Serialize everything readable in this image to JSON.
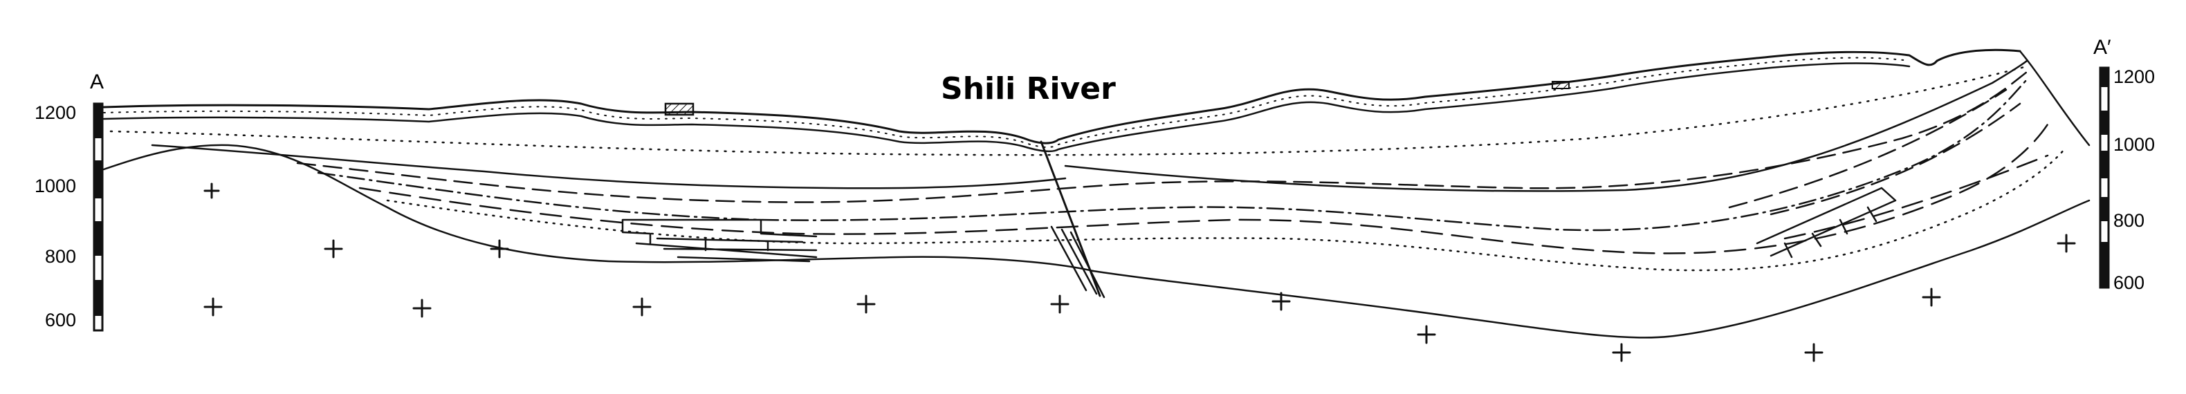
{
  "title": "Shili River",
  "section_start_label": "A",
  "section_end_label": "A′",
  "left_scale_ticks": [
    "1200",
    "1000",
    "800",
    "600"
  ],
  "right_scale_ticks": [
    "1200",
    "1000",
    "800",
    "600"
  ],
  "scale_bar_colors": {
    "dark": "#111111",
    "light": "#ffffff"
  },
  "symbols": {
    "basement": "+",
    "building": "hatched-rectangle"
  }
}
